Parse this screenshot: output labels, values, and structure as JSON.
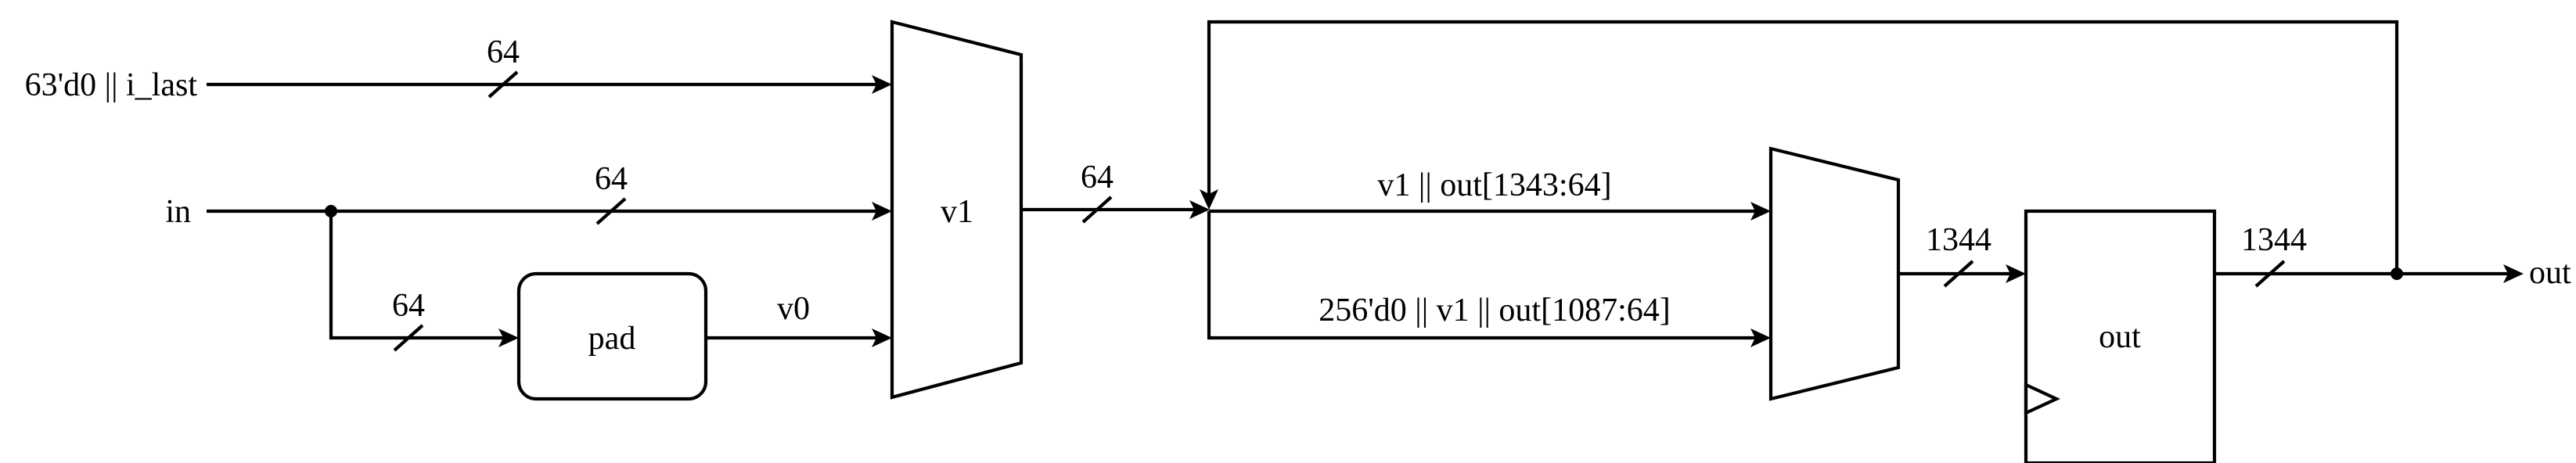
{
  "inputs": {
    "last": "63'd0 || i_last",
    "in": "in"
  },
  "output": "out",
  "blocks": {
    "pad": "pad",
    "mux_v1": "v1",
    "mux_out": "",
    "register": "out"
  },
  "signals": {
    "v0": "v0",
    "v1_concat": "v1 || out[1343:64]",
    "pad_concat": "256'd0 || v1 || out[1087:64]"
  },
  "widths": {
    "last": "64",
    "in": "64",
    "pad_in": "64",
    "v1_out": "64",
    "mux_out": "1344",
    "reg_out": "1344"
  }
}
